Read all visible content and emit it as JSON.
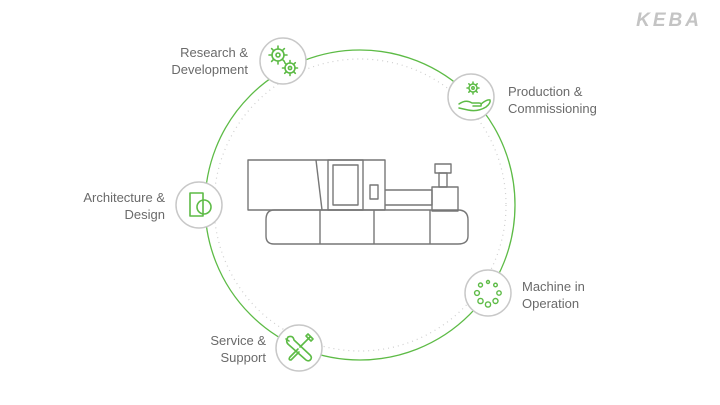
{
  "brand": {
    "logo_text": "KEBA"
  },
  "colors": {
    "accent": "#5dbb46",
    "line": "#6a6a6a",
    "ring": "#dcdcdc"
  },
  "stages": [
    {
      "id": "research",
      "line1": "Research &",
      "line2": "Development",
      "icon": "gears-icon"
    },
    {
      "id": "production",
      "line1": "Production &",
      "line2": "Commissioning",
      "icon": "hand-gear-icon"
    },
    {
      "id": "machine",
      "line1": "Machine in",
      "line2": "Operation",
      "icon": "dotted-circle-icon"
    },
    {
      "id": "service",
      "line1": "Service &",
      "line2": "Support",
      "icon": "tools-icon"
    },
    {
      "id": "architecture",
      "line1": "Architecture &",
      "line2": "Design",
      "icon": "shape-design-icon"
    }
  ],
  "center": {
    "icon": "injection-molding-machine-icon"
  }
}
